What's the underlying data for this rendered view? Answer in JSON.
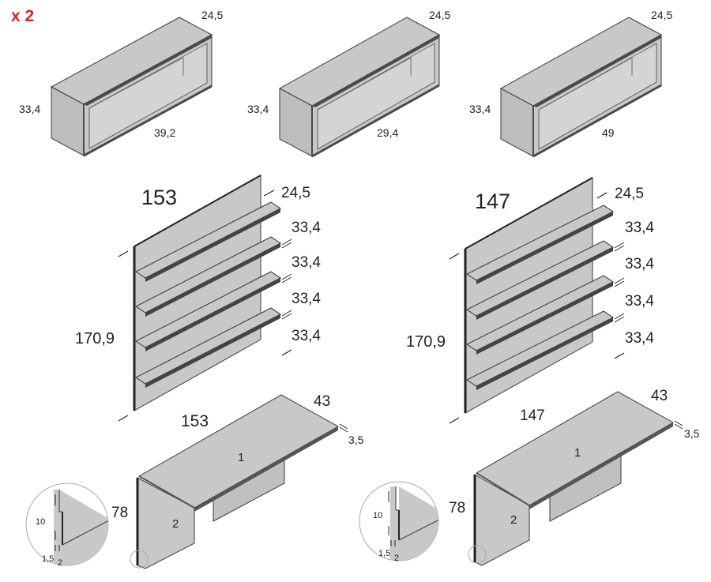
{
  "quantity_label": "x 2",
  "colors": {
    "panel_fill": "#c8c8c8",
    "panel_dark": "#a9a9a9",
    "edge": "#3a3a3a",
    "accent": "#e2211c",
    "detail_circle": "#aaaaaa"
  },
  "boxes": [
    {
      "depth": "24,5",
      "height": "33,4",
      "width": "39,2"
    },
    {
      "depth": "24,5",
      "height": "33,4",
      "width": "29,4"
    },
    {
      "depth": "24,5",
      "height": "33,4",
      "width": "49"
    }
  ],
  "bookcases": [
    {
      "width": "153",
      "height": "170,9",
      "shelf_depth": "24,5",
      "shelf_spacings": [
        "33,4",
        "33,4",
        "33,4",
        "33,4"
      ]
    },
    {
      "width": "147",
      "height": "170,9",
      "shelf_depth": "24,5",
      "shelf_spacings": [
        "33,4",
        "33,4",
        "33,4",
        "33,4"
      ]
    }
  ],
  "desks": [
    {
      "width": "153",
      "depth": "43",
      "thickness": "3,5",
      "height": "78",
      "part_top": "1",
      "part_side": "2"
    },
    {
      "width": "147",
      "depth": "43",
      "thickness": "3,5",
      "height": "78",
      "part_top": "1",
      "part_side": "2"
    }
  ],
  "details": [
    {
      "groove_height": "10",
      "offset": "1,5",
      "thickness": "2"
    },
    {
      "groove_height": "10",
      "offset": "1,5",
      "thickness": "2"
    }
  ]
}
